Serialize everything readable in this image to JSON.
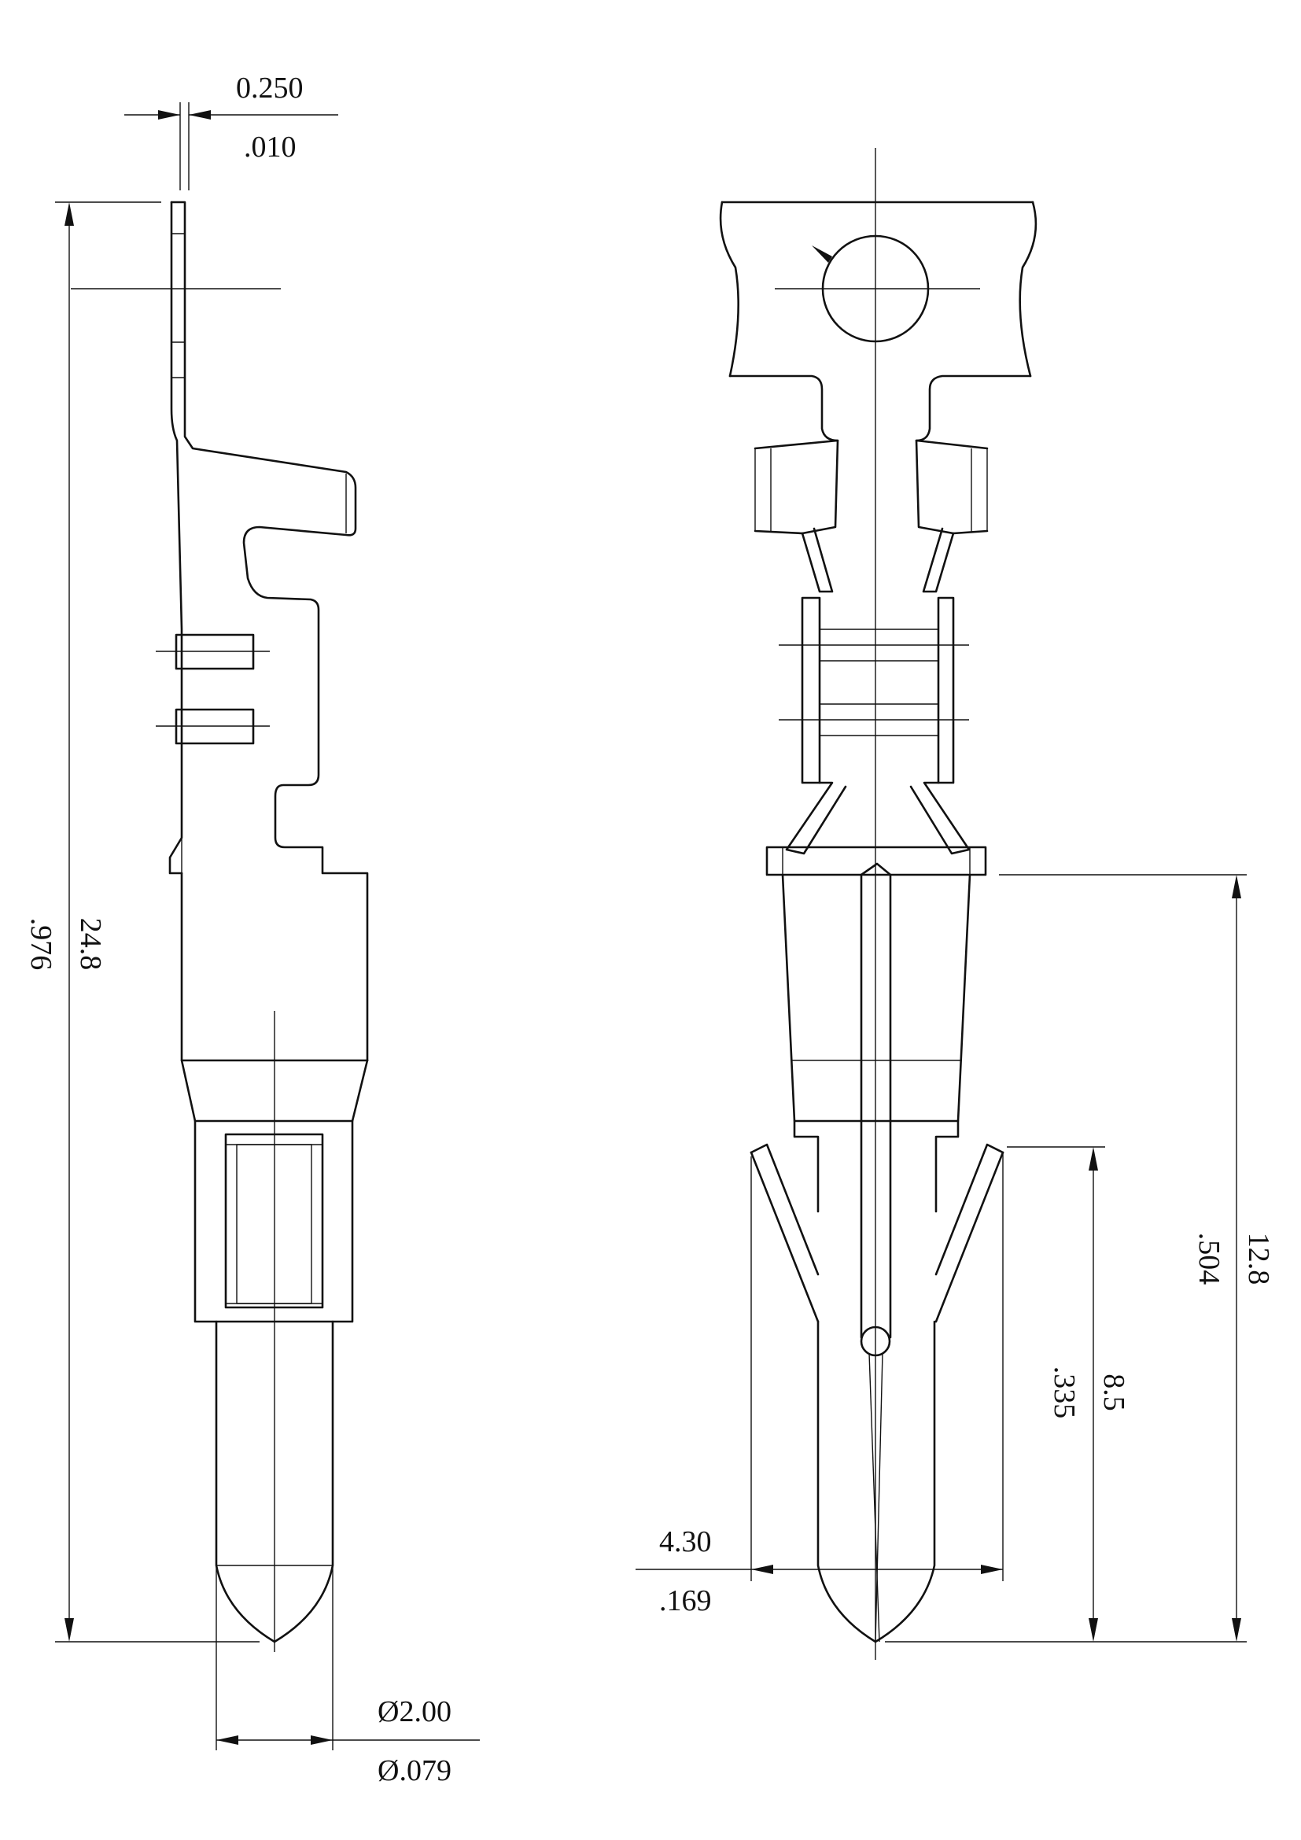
{
  "drawing": {
    "side_view": {
      "terminal_thickness_mm": "0.250",
      "terminal_thickness_in": ".010",
      "overall_length_mm": "24.8",
      "overall_length_in": ".976",
      "pin_diameter_mm": "Ø2.00",
      "pin_diameter_in": "Ø.079"
    },
    "front_view": {
      "pin_length_mm": "12.8",
      "pin_length_in": ".504",
      "lance_length_mm": "8.5",
      "lance_length_in": ".335",
      "lance_width_mm": "4.30",
      "lance_width_in": ".169"
    }
  }
}
